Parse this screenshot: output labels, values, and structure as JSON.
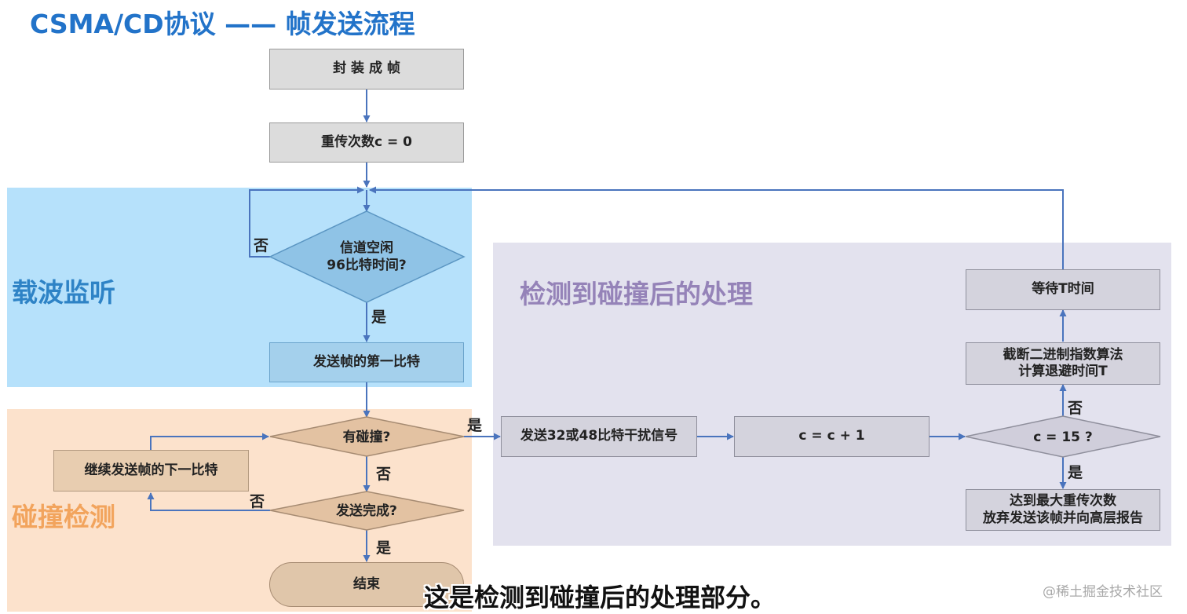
{
  "title": "CSMA/CD协议 —— 帧发送流程",
  "regions": {
    "listen": "载波监听",
    "detect": "碰撞检测",
    "handle": "检测到碰撞后的处理"
  },
  "nodes": {
    "encapsulate": "封 装 成 帧",
    "retry_init": "重传次数c = 0",
    "channel_idle": "信道空闲\n96比特时间?",
    "send_first_bit": "发送帧的第一比特",
    "collision": "有碰撞?",
    "continue_send": "继续发送帧的下一比特",
    "send_done": "发送完成?",
    "end": "结束",
    "jam": "发送32或48比特干扰信号",
    "increment": "c = c + 1",
    "check_max": "c = 15 ?",
    "backoff": "截断二进制指数算法\n计算退避时间T",
    "wait": "等待T时间",
    "give_up": "达到最大重传次数\n放弃发送该帧并向高层报告"
  },
  "edge_labels": {
    "idle_no": "否",
    "idle_yes": "是",
    "collision_yes": "是",
    "collision_no": "否",
    "done_no": "否",
    "done_yes": "是",
    "max_no": "否",
    "max_yes": "是"
  },
  "colors": {
    "title": "#2273c9",
    "arrow": "#4a74bd",
    "listen_region": "#b6e1fb",
    "detect_region": "#fce2cc",
    "handle_region": "#e3e2ee"
  },
  "subtitle": "这是检测到碰撞后的处理部分。",
  "watermark": "@稀土掘金技术社区"
}
